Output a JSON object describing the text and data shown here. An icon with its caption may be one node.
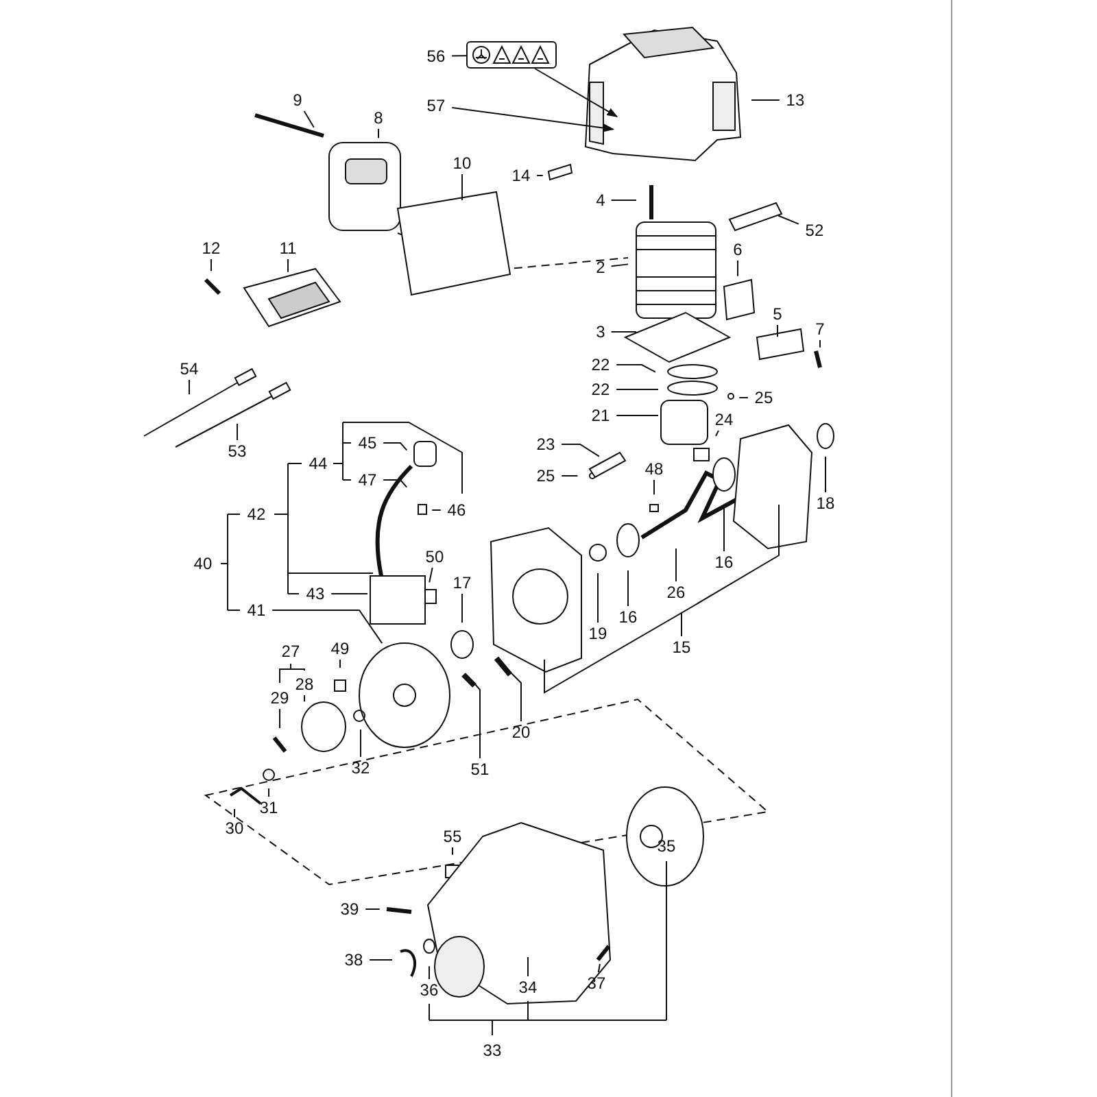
{
  "diagram": {
    "nodes": [
      {
        "text": [
          "56"
        ]
      },
      {
        "text": [],
        "shape": "box"
      },
      {
        "text": [
          "57"
        ]
      },
      {
        "text": [
          "13"
        ]
      },
      {
        "text": [
          "9"
        ]
      },
      {
        "text": [
          "8"
        ]
      },
      {
        "text": [
          "10"
        ]
      },
      {
        "text": [
          "14"
        ]
      },
      {
        "text": [
          "4"
        ]
      },
      {
        "text": [
          "52"
        ]
      },
      {
        "text": [
          "2"
        ]
      },
      {
        "text": [
          "6"
        ]
      },
      {
        "text": [
          "5"
        ]
      },
      {
        "text": [
          "7"
        ]
      },
      {
        "text": [
          "3"
        ]
      },
      {
        "text": [
          "12"
        ]
      },
      {
        "text": [
          "11"
        ]
      },
      {
        "text": [
          "22"
        ]
      },
      {
        "text": [
          "22"
        ]
      },
      {
        "text": [
          "25"
        ]
      },
      {
        "text": [
          "21"
        ]
      },
      {
        "text": [
          "24"
        ]
      },
      {
        "text": [
          "23"
        ]
      },
      {
        "text": [
          "25"
        ]
      },
      {
        "text": [
          "54"
        ]
      },
      {
        "text": [
          "53"
        ]
      },
      {
        "text": [
          "44"
        ]
      },
      {
        "text": [
          "45"
        ]
      },
      {
        "text": [
          "47"
        ]
      },
      {
        "text": [
          "46"
        ]
      },
      {
        "text": [
          "42"
        ]
      },
      {
        "text": [
          "40"
        ]
      },
      {
        "text": [
          "43"
        ]
      },
      {
        "text": [
          "41"
        ]
      },
      {
        "text": [
          "50"
        ]
      },
      {
        "text": [
          "17"
        ]
      },
      {
        "text": [
          "49"
        ]
      },
      {
        "text": [
          "27"
        ]
      },
      {
        "text": [
          "28"
        ]
      },
      {
        "text": [
          "29"
        ]
      },
      {
        "text": [
          "32"
        ]
      },
      {
        "text": [
          "51"
        ]
      },
      {
        "text": [
          "20"
        ]
      },
      {
        "text": [
          "19"
        ]
      },
      {
        "text": [
          "48"
        ]
      },
      {
        "text": [
          "26"
        ]
      },
      {
        "text": [
          "16"
        ]
      },
      {
        "text": [
          "16"
        ]
      },
      {
        "text": [
          "18"
        ]
      },
      {
        "text": [
          "15"
        ]
      },
      {
        "text": [
          "55"
        ]
      },
      {
        "text": [
          "35"
        ]
      },
      {
        "text": [
          "39"
        ]
      },
      {
        "text": [
          "38"
        ]
      },
      {
        "text": [
          "36"
        ]
      },
      {
        "text": [
          "37"
        ]
      },
      {
        "text": [
          "34"
        ]
      },
      {
        "text": [
          "33"
        ]
      },
      {
        "text": [
          "30"
        ]
      },
      {
        "text": [
          "31"
        ]
      }
    ],
    "edges": [
      {
        "from": 0,
        "to": 1,
        "arrow": "none"
      },
      {
        "from": 1,
        "to": null,
        "arrow": "to"
      },
      {
        "from": 2,
        "to": null,
        "arrow": "to"
      },
      {
        "from": 3,
        "to": null,
        "arrow": "none"
      },
      {
        "from": 4,
        "to": null,
        "arrow": "none"
      },
      {
        "from": 5,
        "to": null,
        "arrow": "none"
      },
      {
        "from": 6,
        "to": null,
        "arrow": "none"
      },
      {
        "from": 7,
        "to": null,
        "arrow": "none"
      },
      {
        "from": 8,
        "to": null,
        "arrow": "none"
      },
      {
        "from": 9,
        "to": null,
        "arrow": "none"
      },
      {
        "from": 10,
        "to": null,
        "arrow": "none"
      },
      {
        "from": 11,
        "to": null,
        "arrow": "none"
      },
      {
        "from": 12,
        "to": null,
        "arrow": "none"
      },
      {
        "from": 13,
        "to": null,
        "arrow": "none"
      },
      {
        "from": 14,
        "to": null,
        "arrow": "none"
      },
      {
        "from": 15,
        "to": null,
        "arrow": "none"
      },
      {
        "from": 16,
        "to": null,
        "arrow": "none"
      },
      {
        "from": 17,
        "to": null,
        "arrow": "none"
      },
      {
        "from": 18,
        "to": null,
        "arrow": "none"
      },
      {
        "from": 19,
        "to": null,
        "arrow": "none"
      },
      {
        "from": 20,
        "to": null,
        "arrow": "none"
      },
      {
        "from": 21,
        "to": null,
        "arrow": "none"
      },
      {
        "from": 22,
        "to": null,
        "arrow": "none"
      },
      {
        "from": 23,
        "to": null,
        "arrow": "none"
      },
      {
        "from": 24,
        "to": null,
        "arrow": "none"
      },
      {
        "from": 25,
        "to": null,
        "arrow": "none"
      },
      {
        "from": 27,
        "to": null,
        "arrow": "none"
      },
      {
        "from": 28,
        "to": null,
        "arrow": "none"
      },
      {
        "from": 29,
        "to": null,
        "arrow": "none"
      },
      {
        "from": 32,
        "to": null,
        "arrow": "none"
      },
      {
        "from": 33,
        "to": null,
        "arrow": "none"
      },
      {
        "from": 34,
        "to": null,
        "arrow": "none"
      },
      {
        "from": 35,
        "to": null,
        "arrow": "none"
      },
      {
        "from": 36,
        "to": null,
        "arrow": "none"
      },
      {
        "from": 38,
        "to": null,
        "arrow": "none"
      },
      {
        "from": 39,
        "to": null,
        "arrow": "none"
      },
      {
        "from": 40,
        "to": null,
        "arrow": "none"
      },
      {
        "from": 41,
        "to": null,
        "arrow": "none"
      },
      {
        "from": 42,
        "to": null,
        "arrow": "none"
      },
      {
        "from": 43,
        "to": null,
        "arrow": "none"
      },
      {
        "from": 44,
        "to": null,
        "arrow": "none"
      },
      {
        "from": 45,
        "to": null,
        "arrow": "none"
      },
      {
        "from": 46,
        "to": null,
        "arrow": "none"
      },
      {
        "from": 47,
        "to": null,
        "arrow": "none"
      },
      {
        "from": 48,
        "to": null,
        "arrow": "none"
      },
      {
        "from": 49,
        "to": null,
        "arrow": "none"
      },
      {
        "from": 49,
        "to": null,
        "arrow": "none"
      },
      {
        "from": 50,
        "to": null,
        "arrow": "none"
      },
      {
        "from": 52,
        "to": null,
        "arrow": "none"
      },
      {
        "from": 53,
        "to": null,
        "arrow": "none"
      },
      {
        "from": 54,
        "to": null,
        "arrow": "none"
      },
      {
        "from": 55,
        "to": null,
        "arrow": "none"
      },
      {
        "from": 56,
        "to": null,
        "arrow": "none"
      },
      {
        "from": 58,
        "to": null,
        "arrow": "none"
      },
      {
        "from": 59,
        "to": null,
        "arrow": "none"
      }
    ]
  }
}
